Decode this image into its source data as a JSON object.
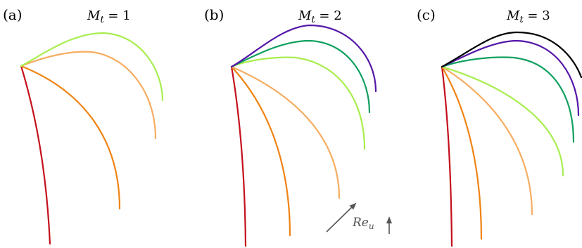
{
  "figure": {
    "panels": [
      {
        "id": "a",
        "label": "(a)",
        "title_var": "M",
        "title_sub": "t",
        "title_rest": " = 1"
      },
      {
        "id": "b",
        "label": "(b)",
        "title_var": "M",
        "title_sub": "t",
        "title_rest": " = 2"
      },
      {
        "id": "c",
        "label": "(c)",
        "title_var": "M",
        "title_sub": "t",
        "title_rest": " = 3"
      }
    ],
    "annotation": {
      "var": "Re",
      "sub": "u"
    }
  },
  "colors": {
    "red": "#c4101d",
    "orange": "#f08313",
    "light_orange": "#f6ad62",
    "light_green": "#a8ee4f",
    "green": "#0fa060",
    "purple": "#5517a8",
    "black": "#000000",
    "arrow": "#555555"
  }
}
